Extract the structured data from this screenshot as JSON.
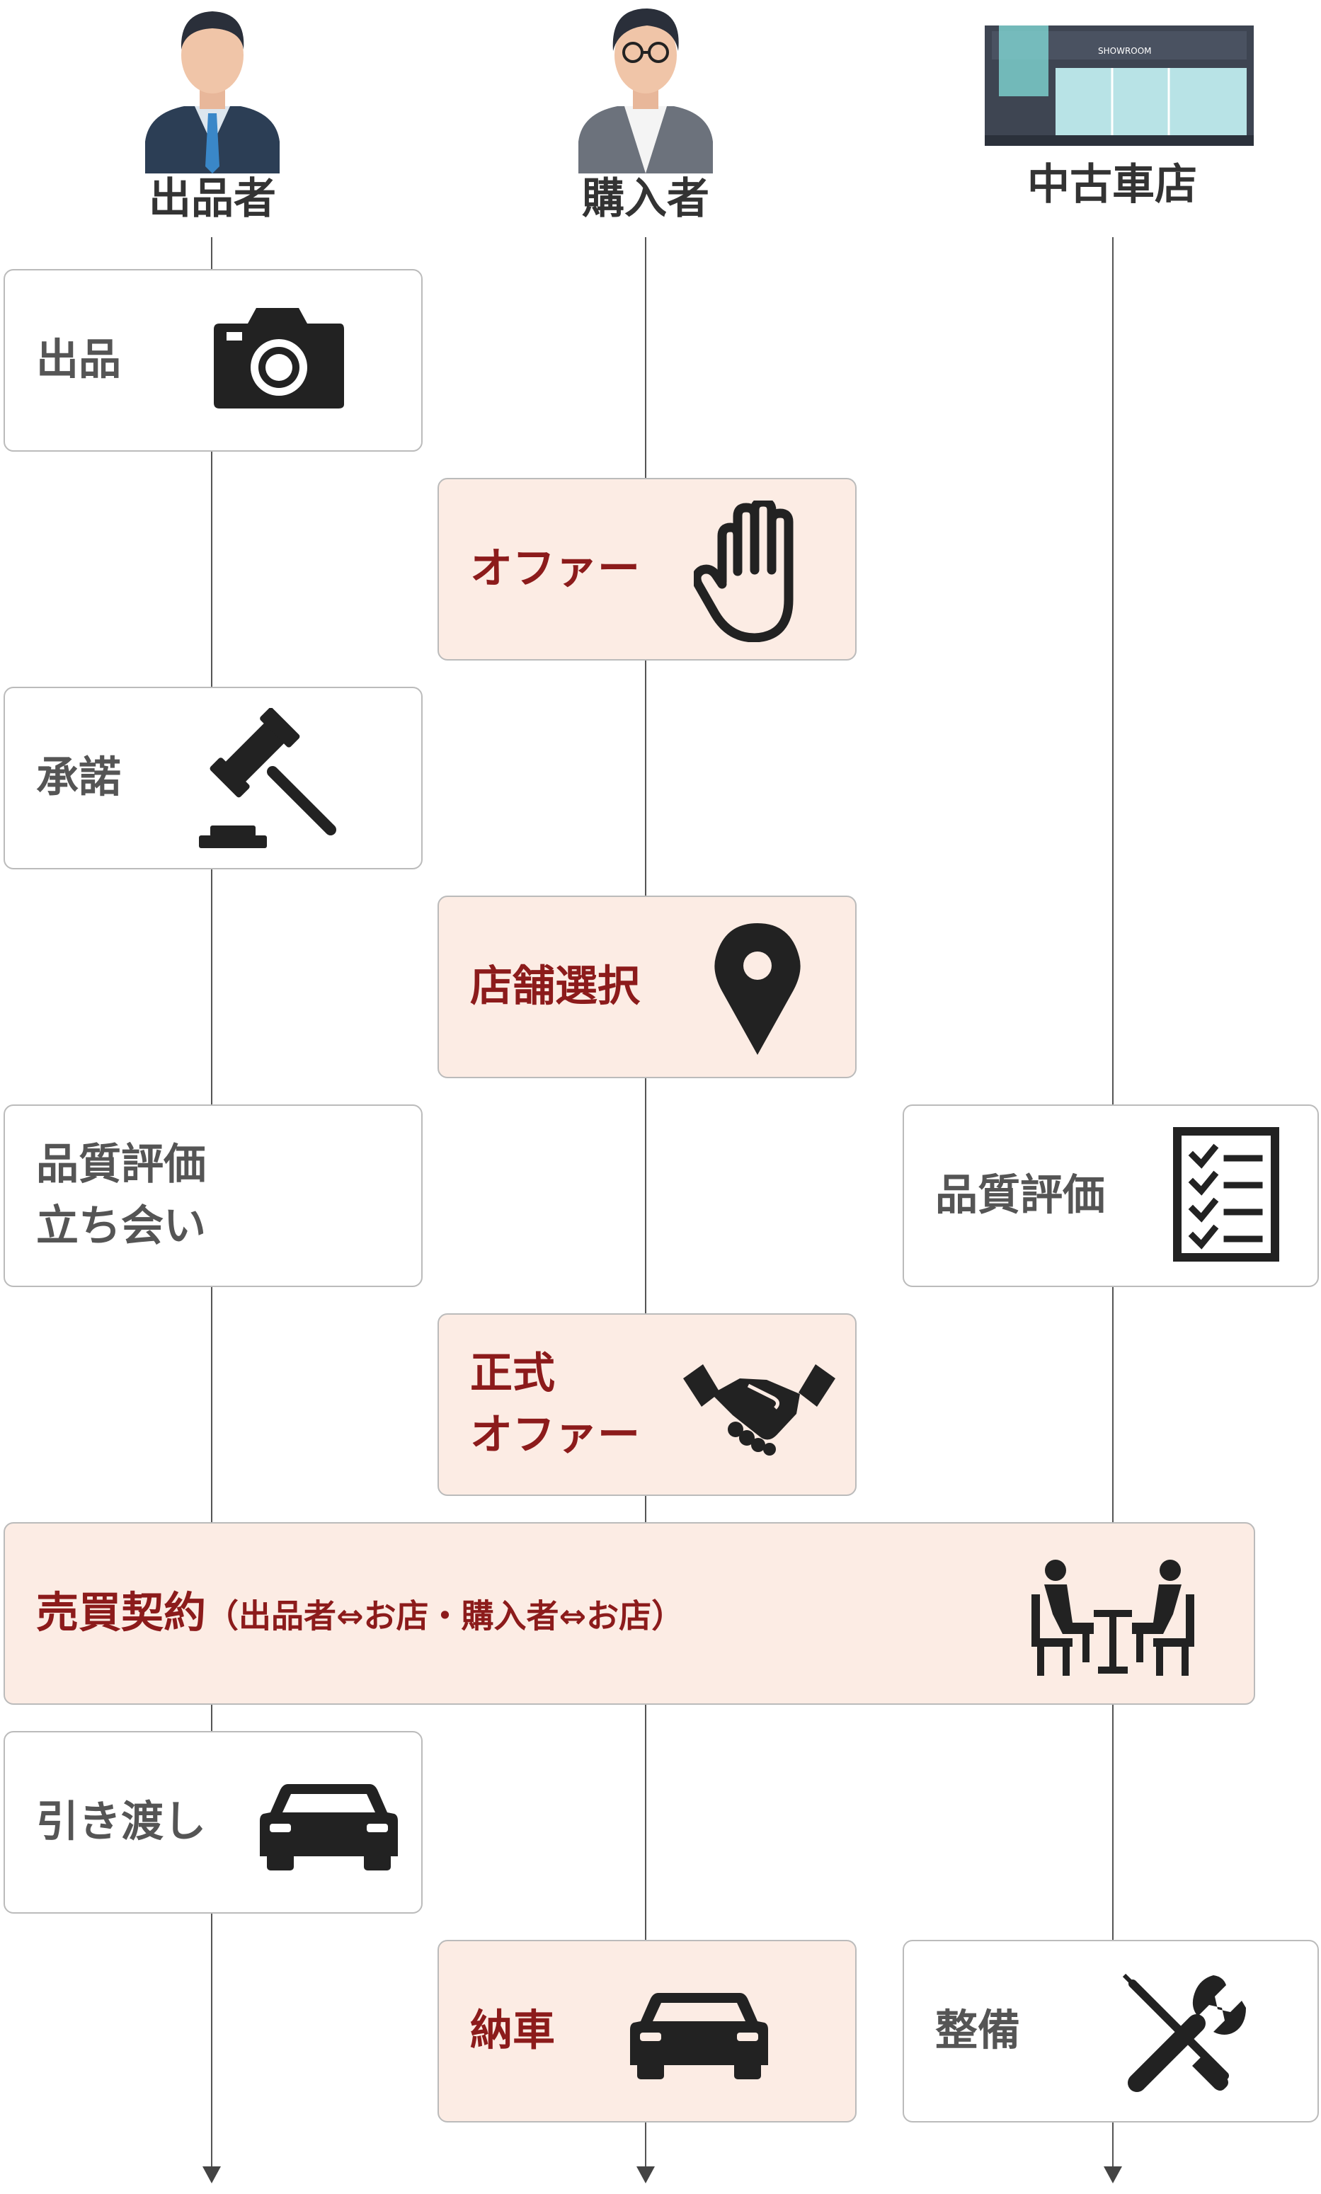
{
  "lanes": {
    "seller": {
      "label": "出品者"
    },
    "buyer": {
      "label": "購入者"
    },
    "dealer": {
      "label": "中古車店",
      "sign": "SHOWROOM"
    }
  },
  "steps": [
    {
      "id": "listing",
      "lane": "seller",
      "label": "出品",
      "icon": "camera-icon"
    },
    {
      "id": "offer",
      "lane": "buyer",
      "label": "オファー",
      "icon": "raised-hand-icon"
    },
    {
      "id": "accept",
      "lane": "seller",
      "label": "承諾",
      "icon": "gavel-icon"
    },
    {
      "id": "store-select",
      "lane": "buyer",
      "label": "店舗選択",
      "icon": "map-pin-icon"
    },
    {
      "id": "inspection-attend",
      "lane": "seller",
      "label": "品質評価\n立ち会い"
    },
    {
      "id": "inspection",
      "lane": "dealer",
      "label": "品質評価",
      "icon": "checklist-icon"
    },
    {
      "id": "formal-offer",
      "lane": "buyer",
      "label": "正式\nオファー",
      "icon": "handshake-icon"
    },
    {
      "id": "contract",
      "lane": "all",
      "label": "売買契約",
      "sublabel": "（出品者⇔お店・購入者⇔お店）",
      "icon": "meeting-table-icon"
    },
    {
      "id": "handover",
      "lane": "seller",
      "label": "引き渡し",
      "icon": "car-icon"
    },
    {
      "id": "delivery",
      "lane": "buyer",
      "label": "納車",
      "icon": "car-icon"
    },
    {
      "id": "maintenance",
      "lane": "dealer",
      "label": "整備",
      "icon": "tools-icon"
    }
  ],
  "colors": {
    "buyer_box_bg": "#fcece4",
    "buyer_text": "#8c1b1b",
    "default_text": "#555555",
    "border": "#bbbbbb",
    "lane_line": "#555555"
  }
}
